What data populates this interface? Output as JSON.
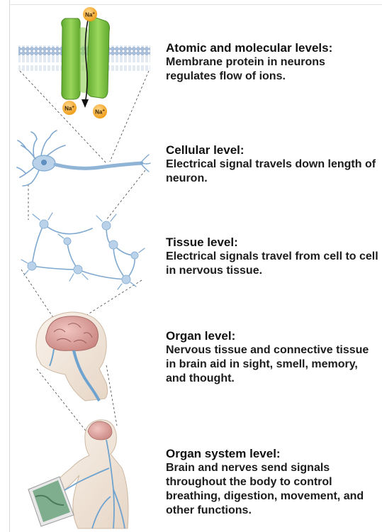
{
  "ion_label": "Na+",
  "levels": [
    {
      "title": "Atomic and molecular levels:",
      "description": "Membrane protein in neurons regulates flow of ions."
    },
    {
      "title": "Cellular level:",
      "description": "Electrical signal travels down length of neuron."
    },
    {
      "title": "Tissue level:",
      "description": "Electrical signals travel from cell to cell in nervous tissue."
    },
    {
      "title": "Organ level:",
      "description": "Nervous tissue and connective tissue in brain aid in sight, smell, memory, and thought."
    },
    {
      "title": "Organ system level:",
      "description": "Brain and nerves send signals throughout the body to control breathing, digestion, movement, and other functions."
    }
  ],
  "colors": {
    "membrane": "#9fb7d6",
    "protein": "#7cc242",
    "ion": "#f5a623",
    "neuron": "#8fb4d6",
    "brain": "#d8a3a0",
    "skin": "#f0e1d3",
    "nerve": "#6fa3cf"
  }
}
